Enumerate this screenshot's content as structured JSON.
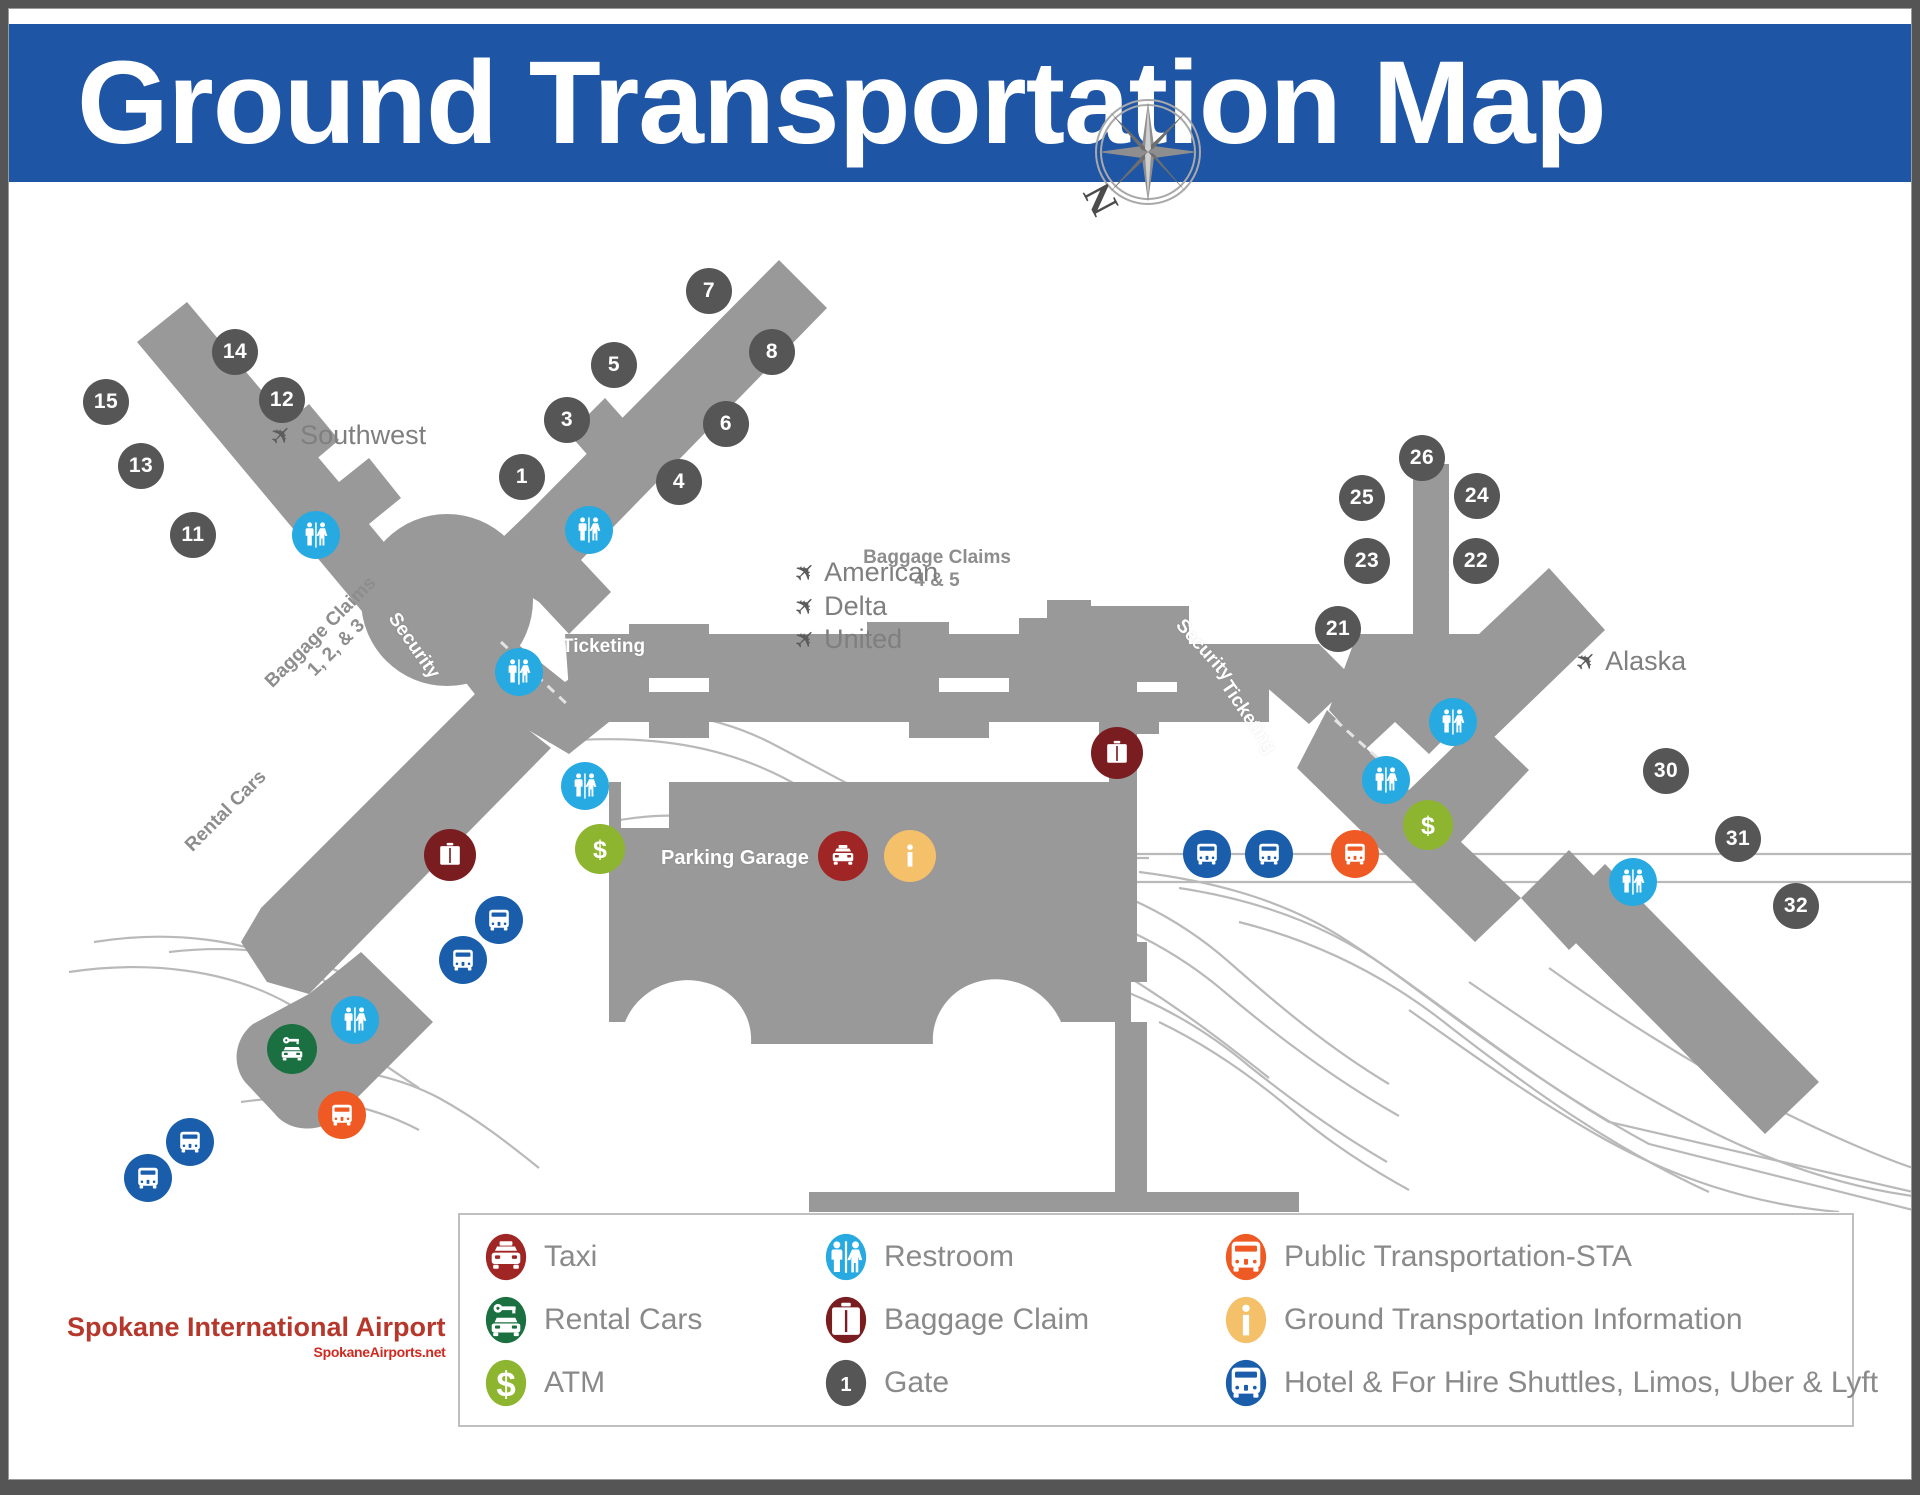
{
  "header": {
    "title": "Ground Transportation Map",
    "background_color": "#1f55a5",
    "text_color": "#ffffff"
  },
  "map": {
    "labels": [
      {
        "name": "baggage-claims-1-2-3",
        "line1": "Baggage Claims",
        "line2": "1, 2, & 3"
      },
      {
        "name": "baggage-claims-4-5",
        "line1": "Baggage Claims",
        "line2": "4 & 5"
      },
      {
        "name": "rental-cars-label",
        "text": "Rental Cars"
      },
      {
        "name": "security-left-label",
        "text": "Security"
      },
      {
        "name": "security-right-label",
        "text": "Security"
      },
      {
        "name": "ticketing-left-label",
        "text": "Ticketing"
      },
      {
        "name": "ticketing-right-label",
        "text": "Ticketing"
      },
      {
        "name": "parking-garage-label",
        "text": "Parking Garage"
      }
    ],
    "compass": {
      "north_label": "N"
    },
    "airlines": [
      {
        "name": "southwest",
        "label": "Southwest"
      },
      {
        "name": "american",
        "label": "American"
      },
      {
        "name": "delta",
        "label": "Delta"
      },
      {
        "name": "united",
        "label": "United"
      },
      {
        "name": "alaska",
        "label": "Alaska"
      }
    ],
    "gates": [
      {
        "number": "15"
      },
      {
        "number": "14"
      },
      {
        "number": "13"
      },
      {
        "number": "12"
      },
      {
        "number": "11"
      },
      {
        "number": "1"
      },
      {
        "number": "3"
      },
      {
        "number": "5"
      },
      {
        "number": "7"
      },
      {
        "number": "8"
      },
      {
        "number": "6"
      },
      {
        "number": "4"
      },
      {
        "number": "26"
      },
      {
        "number": "25"
      },
      {
        "number": "24"
      },
      {
        "number": "23"
      },
      {
        "number": "22"
      },
      {
        "number": "21"
      },
      {
        "number": "30"
      },
      {
        "number": "31"
      },
      {
        "number": "32"
      }
    ],
    "colors": {
      "terminal_fill": "#999999",
      "gate_marker": "#565656",
      "taxi": "#a02525",
      "rental_cars": "#1a7040",
      "atm": "#8db52f",
      "restroom": "#27a9e1",
      "baggage_claim": "#7a1d20",
      "gate": "#565656",
      "public_transportation": "#ef5a24",
      "info": "#f5c06a",
      "shuttle": "#1a5dab"
    }
  },
  "legend": {
    "items": [
      {
        "icon": "taxi-icon",
        "label": "Taxi",
        "color": "#a02525"
      },
      {
        "icon": "restroom-icon",
        "label": "Restroom",
        "color": "#27a9e1"
      },
      {
        "icon": "bus-sta-icon",
        "label": "Public Transportation-STA",
        "color": "#ef5a24"
      },
      {
        "icon": "rental-car-icon",
        "label": "Rental Cars",
        "color": "#1a7040"
      },
      {
        "icon": "baggage-icon",
        "label": "Baggage Claim",
        "color": "#7a1d20"
      },
      {
        "icon": "info-icon",
        "label": "Ground Transportation Information",
        "color": "#f5c06a"
      },
      {
        "icon": "atm-icon",
        "label": "ATM",
        "color": "#8db52f"
      },
      {
        "icon": "gate-number-icon",
        "label": "Gate",
        "color": "#565656",
        "badge": "1"
      },
      {
        "icon": "shuttle-bus-icon",
        "label": "Hotel & For Hire Shuttles, Limos, Uber & Lyft",
        "color": "#1a5dab"
      }
    ]
  },
  "logo": {
    "name": "Spokane International Airport",
    "website": "SpokaneAirports.net"
  }
}
